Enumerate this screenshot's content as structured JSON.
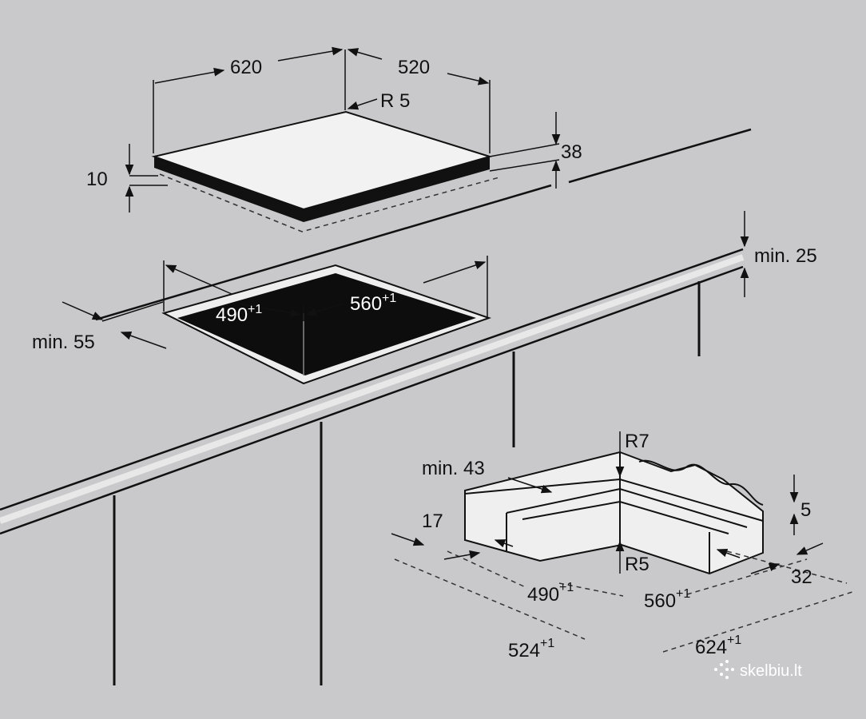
{
  "hob": {
    "width_label": "620",
    "depth_label": "520",
    "corner_radius_label": "R 5",
    "glass_thickness_label": "10",
    "total_height_label": "38"
  },
  "cutout": {
    "edge_distance_label": "min. 55",
    "worktop_thickness_label": "min. 25",
    "depth_label": "490",
    "depth_tol": "+1",
    "width_label": "560",
    "width_tol": "+1"
  },
  "detail": {
    "min43_label": "min. 43",
    "r7_label": "R7",
    "r5_label": "R5",
    "five_label": "5",
    "seventeen_label": "17",
    "thirtytwo_label": "32",
    "d490_label": "490",
    "d490_tol": "+1",
    "d560_label": "560",
    "d560_tol": "+1",
    "d524_label": "524",
    "d524_tol": "+1",
    "d624_label": "624",
    "d624_tol": "+1"
  },
  "watermark": {
    "text": "skelbiu.lt"
  },
  "colors": {
    "background": "#c9c9cb",
    "hob_top": "#f2f2f2",
    "cutout_dark": "#0d0d0d",
    "line": "#111111"
  }
}
